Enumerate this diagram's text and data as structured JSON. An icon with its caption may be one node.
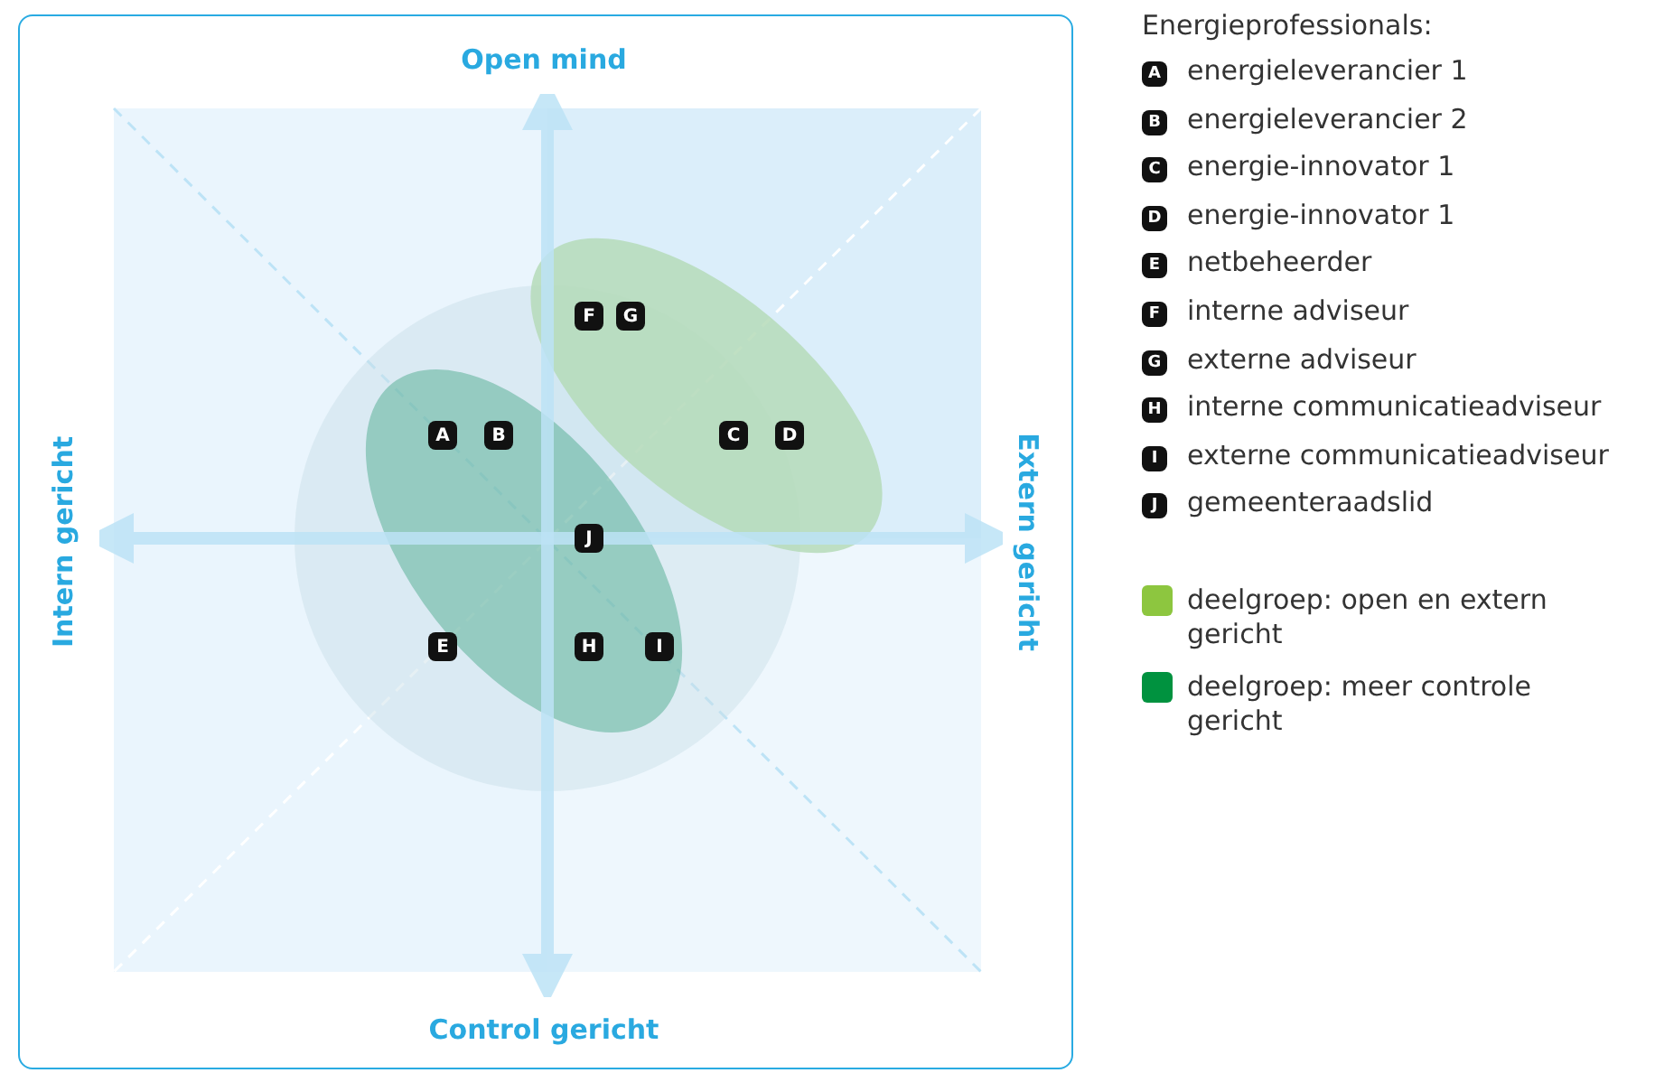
{
  "diagram": {
    "labels": [
      "Open mind",
      "Intern gericht",
      "Extern gericht",
      "Control gericht",
      "A",
      "B",
      "C",
      "D",
      "E",
      "F",
      "G",
      "H",
      "I",
      "J",
      "Energieprofessionals:",
      "A",
      "energieleverancier 1",
      "B",
      "energieleverancier 2",
      "C",
      "energie-innovator 1",
      "D",
      "energie-innovator 1",
      "E",
      "netbeheerder",
      "F",
      "interne adviseur",
      "G",
      "externe adviseur",
      "H",
      "interne communicatieadviseur",
      "I",
      "externe communicatieadviseur",
      "J",
      "gemeenteraadslid"
    ],
    "legend": [
      {
        "text": "deelgroep: open en extern gericht",
        "color": "#8dc63f"
      },
      {
        "text": "deelgroep: meer controle gericht",
        "color": "#00923f"
      }
    ]
  }
}
